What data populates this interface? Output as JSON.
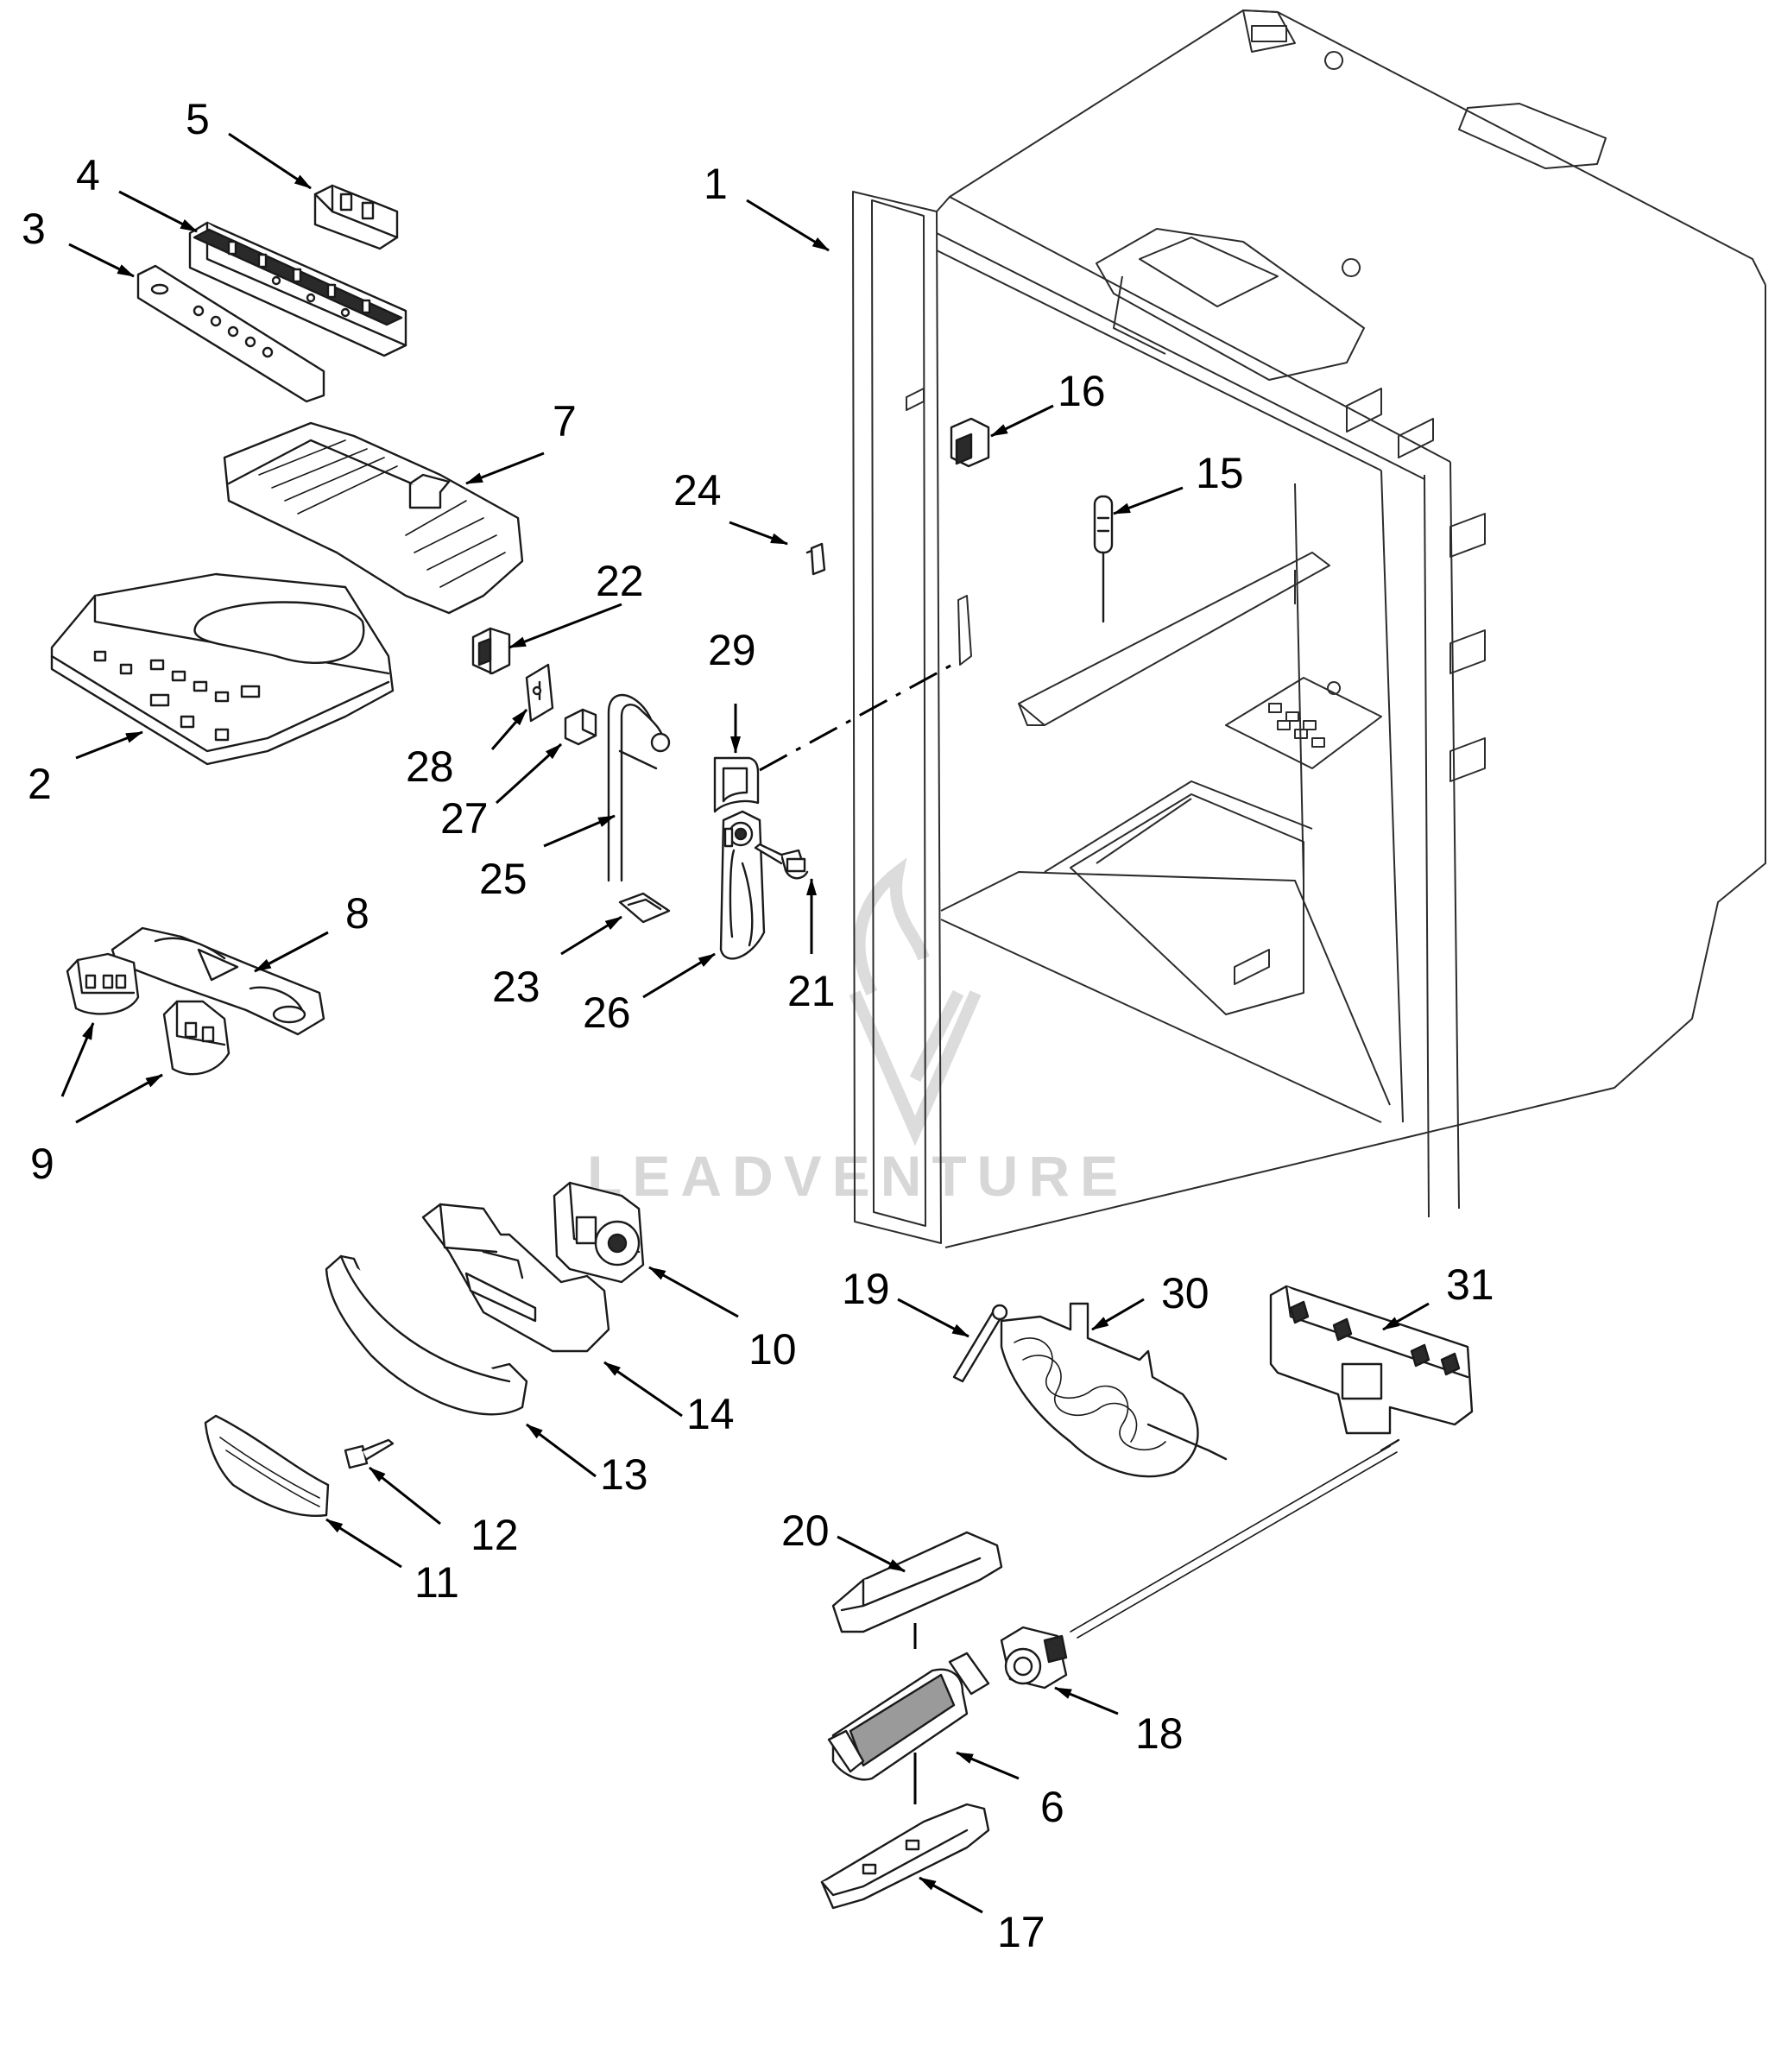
{
  "watermark": {
    "text": "LEADVENTURE"
  },
  "callouts": {
    "c1": "1",
    "c2": "2",
    "c3": "3",
    "c4": "4",
    "c5": "5",
    "c6": "6",
    "c7": "7",
    "c8": "8",
    "c9": "9",
    "c10": "10",
    "c11": "11",
    "c12": "12",
    "c13": "13",
    "c14": "14",
    "c15": "15",
    "c16": "16",
    "c17": "17",
    "c18": "18",
    "c19": "19",
    "c20": "20",
    "c21": "21",
    "c22": "22",
    "c23": "23",
    "c24": "24",
    "c25": "25",
    "c26": "26",
    "c27": "27",
    "c28": "28",
    "c29": "29",
    "c30": "30",
    "c31": "31"
  }
}
